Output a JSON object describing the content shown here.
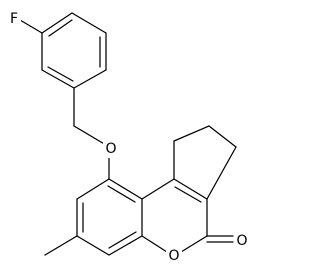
{
  "molecule": {
    "atoms": {
      "fluorine": "F",
      "ether_oxygen": "O",
      "ring_oxygen": "O",
      "carbonyl_oxygen": "O"
    },
    "colors": {
      "bond": "#000000",
      "label": "#000000",
      "background": "#ffffff"
    }
  }
}
